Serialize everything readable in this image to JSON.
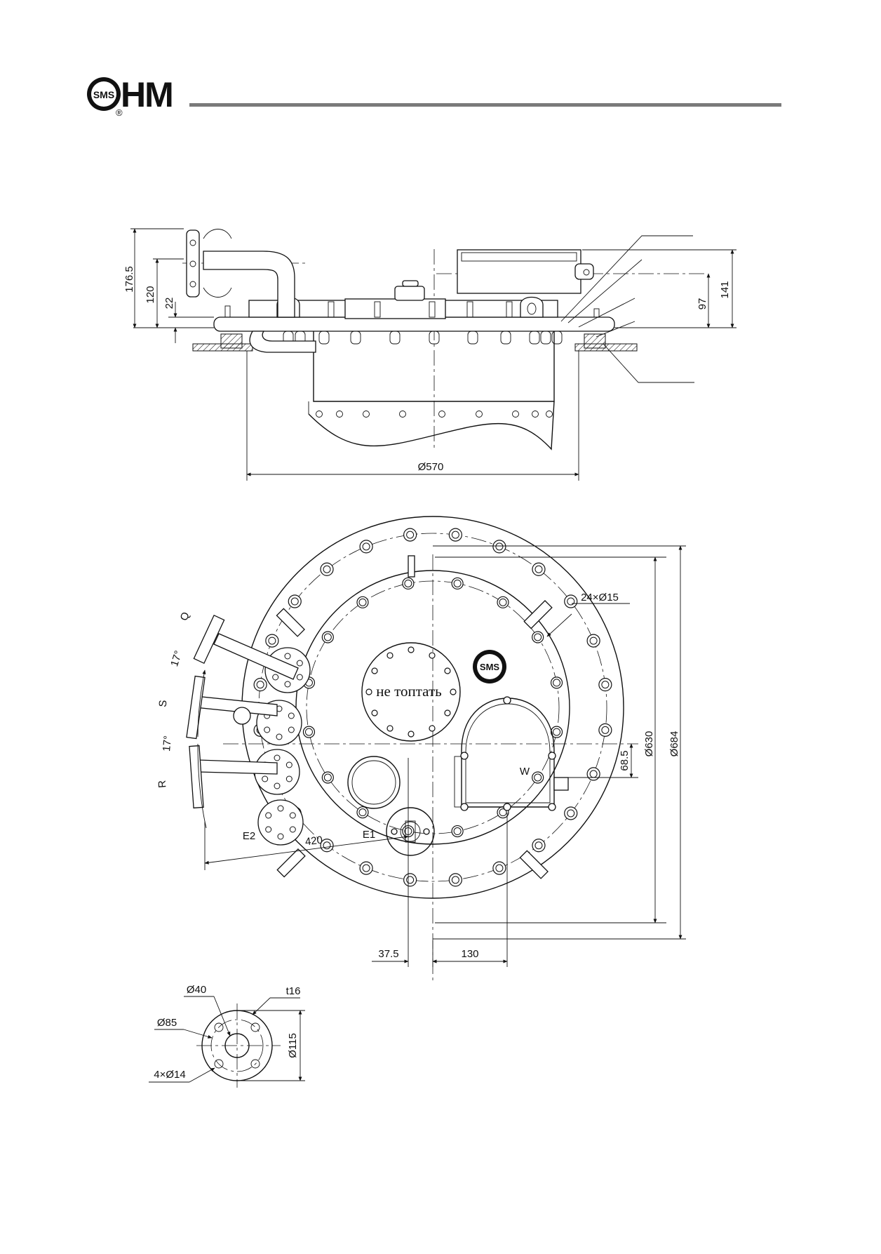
{
  "header": {
    "logo_text": "SMS",
    "brand_text": "HM",
    "registered_mark": "®"
  },
  "side_view": {
    "dim_overall_height": "176.5",
    "dim_pipe_height": "120",
    "dim_flange_height": "22",
    "dim_right_inner": "97",
    "dim_right_outer": "141",
    "dim_diameter_body": "Ø570"
  },
  "top_view": {
    "hole_callout": "24×Ø15",
    "dim_inner_diameter": "Ø630",
    "dim_outer_diameter": "Ø684",
    "dim_offset": "68.5",
    "dim_bottom_left": "37.5",
    "dim_bottom_right": "130",
    "dim_diagonal": "420",
    "label_q": "Q",
    "label_s": "S",
    "label_r": "R",
    "label_angle_top": "17°",
    "label_angle_bottom": "17°",
    "label_e1": "E1",
    "label_e2": "E2",
    "label_w": "W",
    "hatch_text": "не топтать",
    "hatch_logo_text": "SMS"
  },
  "flange_detail": {
    "dim_bore": "Ø40",
    "dim_thickness": "t16",
    "dim_bolt_circle": "Ø85",
    "dim_outer": "Ø115",
    "dim_holes": "4×Ø14"
  }
}
